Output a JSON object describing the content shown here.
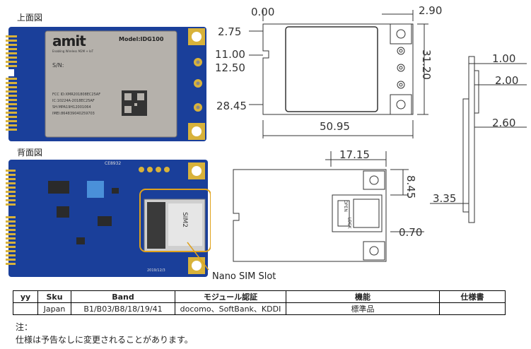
{
  "labels": {
    "top_view": "上面図",
    "back_view": "背面図",
    "sim_slot": "Nano SIM Slot"
  },
  "module": {
    "brand": "amit",
    "tagline": "Enabling Wireless M2M + IoT",
    "model": "Model:IDG100",
    "sn": "S/N:",
    "cert_lines": [
      "FCC ID:XMR201808EC25AF",
      "IC:10224A-2018EC25AF",
      "SH:MPA19H12001064",
      "IMEI:864839040259703"
    ],
    "back_code": "CE8932",
    "back_serial": "2019/12/3",
    "slot_text": "SIM2"
  },
  "dimensions": {
    "d1": "0.00",
    "d2": "2.90",
    "d3": "2.75",
    "d4": "31.20",
    "d5": "11.00",
    "d6": "12.50",
    "d7": "28.45",
    "d8": "50.95",
    "d9": "1.00",
    "d10": "2.00",
    "d11": "2.60",
    "d12": "3.35",
    "d13": "17.15",
    "d14": "8.45",
    "d15": "0.70",
    "sim_open": "OPEN",
    "sim_lock": "LOCK"
  },
  "table": {
    "headers": [
      "yy",
      "Sku",
      "Band",
      "モジュール認証",
      "機能",
      "仕様書"
    ],
    "rows": [
      [
        "",
        "Japan",
        "B1/B03/B8/18/19/41",
        "docomo、SoftBank、KDDI",
        "標準品",
        ""
      ]
    ]
  },
  "notes": [
    "注：",
    "仕様は予告なしに変更されることがあります。"
  ],
  "colors": {
    "pcb": "#1a3f9a",
    "gold": "#d8b23a",
    "shield": "#b5b1ab",
    "highlight": "#e0a21c"
  }
}
